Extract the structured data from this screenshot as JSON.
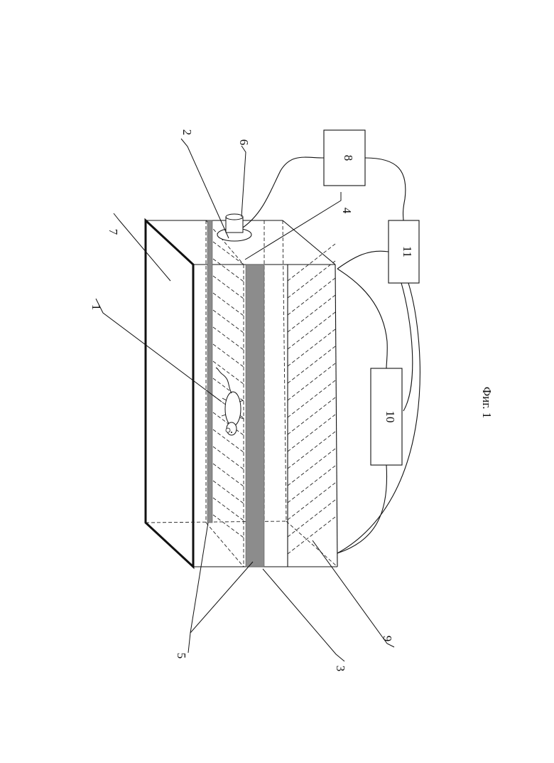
{
  "figure": {
    "caption": "Фиг. 1",
    "labels": {
      "animal": "1",
      "sensor": "2",
      "front_panel": "3",
      "partition": "4",
      "electrode_strips": "5",
      "camera": "6",
      "top_cover": "7",
      "block_8": "8",
      "floor_grid": "9",
      "block_10": "10",
      "block_11": "11"
    }
  }
}
